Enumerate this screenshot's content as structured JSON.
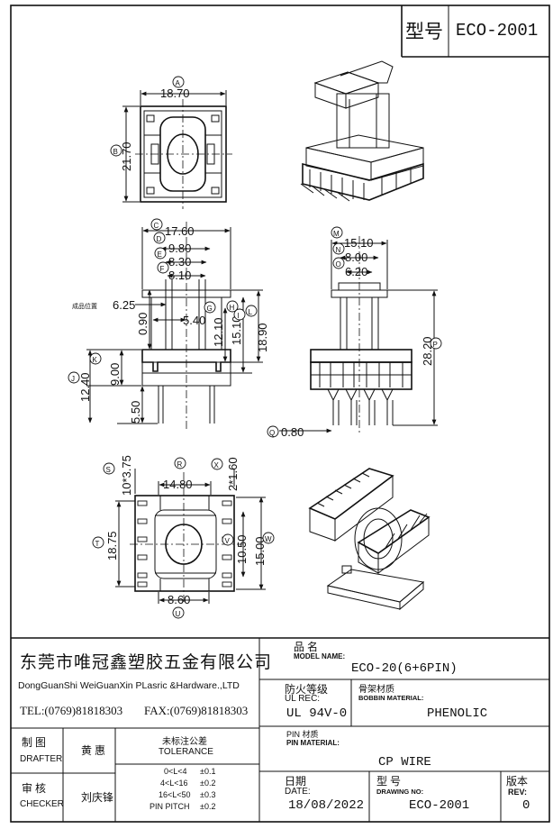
{
  "header": {
    "model_label": "型号",
    "model_value": "ECO-2001"
  },
  "drawing": {
    "top_view": {
      "A": "18.70",
      "B": "21.70"
    },
    "front_view": {
      "C": "17.60",
      "D": "9.80",
      "E": "8.30",
      "F": "8.10",
      "G": "5.40",
      "H": "12.10",
      "I": "15.10",
      "L": "18.90",
      "J": "12.40",
      "K": "9.00",
      "side_a": "6.25",
      "side_b": "0.90",
      "side_c": "5.50",
      "marker_note": "成品位置"
    },
    "side_view": {
      "M": "15.10",
      "N": "8.00",
      "O": "6.20",
      "P": "28.20",
      "Q": "0.80"
    },
    "bottom_view": {
      "S": "10*3.75",
      "R": "14.80",
      "X": "2*1.60",
      "T": "18.75",
      "V": "10.50",
      "W": "15.00",
      "U": "8.60"
    },
    "letters": [
      "A",
      "B",
      "C",
      "D",
      "E",
      "F",
      "G",
      "H",
      "I",
      "L",
      "J",
      "K",
      "M",
      "N",
      "O",
      "P",
      "Q",
      "R",
      "S",
      "T",
      "U",
      "V",
      "W",
      "X"
    ]
  },
  "title_block": {
    "company_cn": "东莞市唯冠鑫塑胶五金有限公司",
    "company_en": "DongGuanShi WeiGuanXin PLasric &Hardware.,LTD",
    "tel": "TEL:(0769)81818303",
    "fax": "FAX:(0769)81818303",
    "model_name_cn": "品 名",
    "model_name_en": "MODEL NAME:",
    "model_name_value": "ECO-20(6+6PIN)",
    "fire_cn": "防火等级",
    "fire_en": "UL REC:",
    "fire_value": "UL 94V-0",
    "bobbin_cn": "骨架材质",
    "bobbin_en": "BOBBIN MATERIAL:",
    "bobbin_value": "PHENOLIC",
    "drafter_cn": "制 图",
    "drafter_en": "DRAFTER",
    "drafter_name": "黄 惠",
    "tolerance_cn": "未标注公差",
    "tolerance_en": "TOLERANCE",
    "pin_material_cn": "PIN 材质",
    "pin_material_en": "PIN MATERIAL:",
    "pin_material_value": "CP WIRE",
    "checker_cn": "审 核",
    "checker_en": "CHECKER",
    "checker_name": "刘庆锋",
    "tol_rows": [
      {
        "range": "0<L<4",
        "value": "±0.1"
      },
      {
        "range": "4<L<16",
        "value": "±0.2"
      },
      {
        "range": "16<L<50",
        "value": "±0.3"
      },
      {
        "range": "PIN PITCH",
        "value": "±0.2"
      }
    ],
    "date_cn": "日期",
    "date_en": "DATE:",
    "date_value": "18/08/2022",
    "drawing_no_cn": "型 号",
    "drawing_no_en": "DRAWING NO:",
    "drawing_no_value": "ECO-2001",
    "rev_cn": "版本",
    "rev_en": "REV:",
    "rev_value": "0"
  }
}
